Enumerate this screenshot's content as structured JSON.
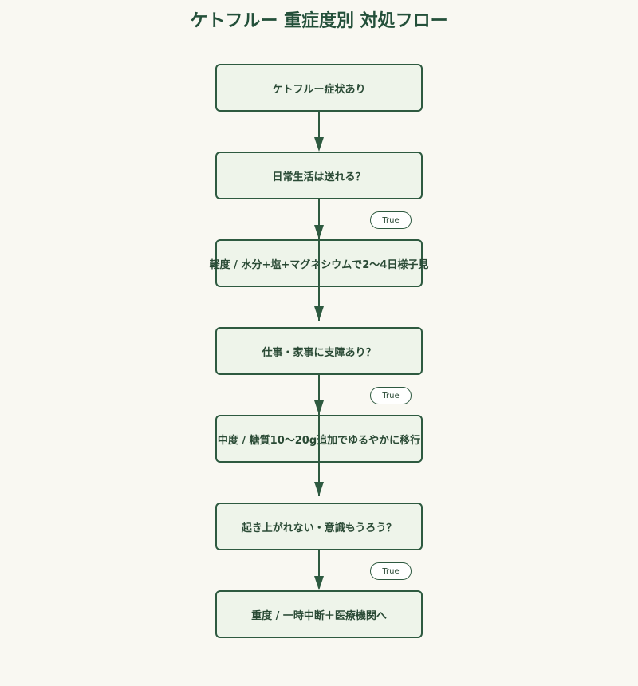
{
  "title": "ケトフルー 重症度別 対処フロー",
  "nodes": [
    {
      "label": "ケトフルー症状あり"
    },
    {
      "label": "日常生活は送れる？"
    },
    {
      "label": "軽度 / 水分+塩+マグネシウムで2〜4日様子見"
    },
    {
      "label": "仕事・家事に支障あり？"
    },
    {
      "label": "中度 / 糖質10〜20g追加でゆるやかに移行"
    },
    {
      "label": "起き上がれない・意識もうろう？"
    },
    {
      "label": "重度 / 一時中断＋医療機関へ"
    }
  ],
  "edges": [
    {
      "from": 0,
      "to": 1,
      "label": ""
    },
    {
      "from": 1,
      "to": 2,
      "label": "True"
    },
    {
      "from": 1,
      "to": 3,
      "label": ""
    },
    {
      "from": 3,
      "to": 4,
      "label": "True"
    },
    {
      "from": 3,
      "to": 5,
      "label": ""
    },
    {
      "from": 5,
      "to": 6,
      "label": "True"
    }
  ],
  "colors": {
    "background": "#f9f8f2",
    "node_fill": "#eef4ea",
    "node_stroke": "#2e5a40",
    "edge": "#2e5a40",
    "text": "#2a4a35"
  }
}
